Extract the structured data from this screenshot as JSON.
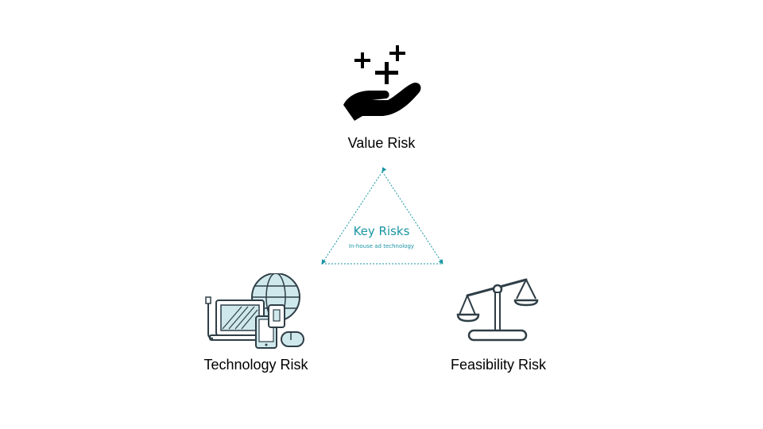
{
  "diagram": {
    "center": {
      "title": "Key Risks",
      "subtitle": "In-house ad technology"
    },
    "nodes": {
      "top": {
        "label": "Value Risk",
        "icon": "hand-with-sparkles-icon"
      },
      "bottom_left": {
        "label": "Technology Risk",
        "icon": "devices-globe-icon"
      },
      "bottom_right": {
        "label": "Feasibility Risk",
        "icon": "balance-scale-icon"
      }
    },
    "colors": {
      "accent": "#1a95a3",
      "icon_dark": "#000000",
      "icon_outline": "#2f3e46",
      "icon_fill_light": "#cfe8ec",
      "label_text": "#000000"
    }
  }
}
